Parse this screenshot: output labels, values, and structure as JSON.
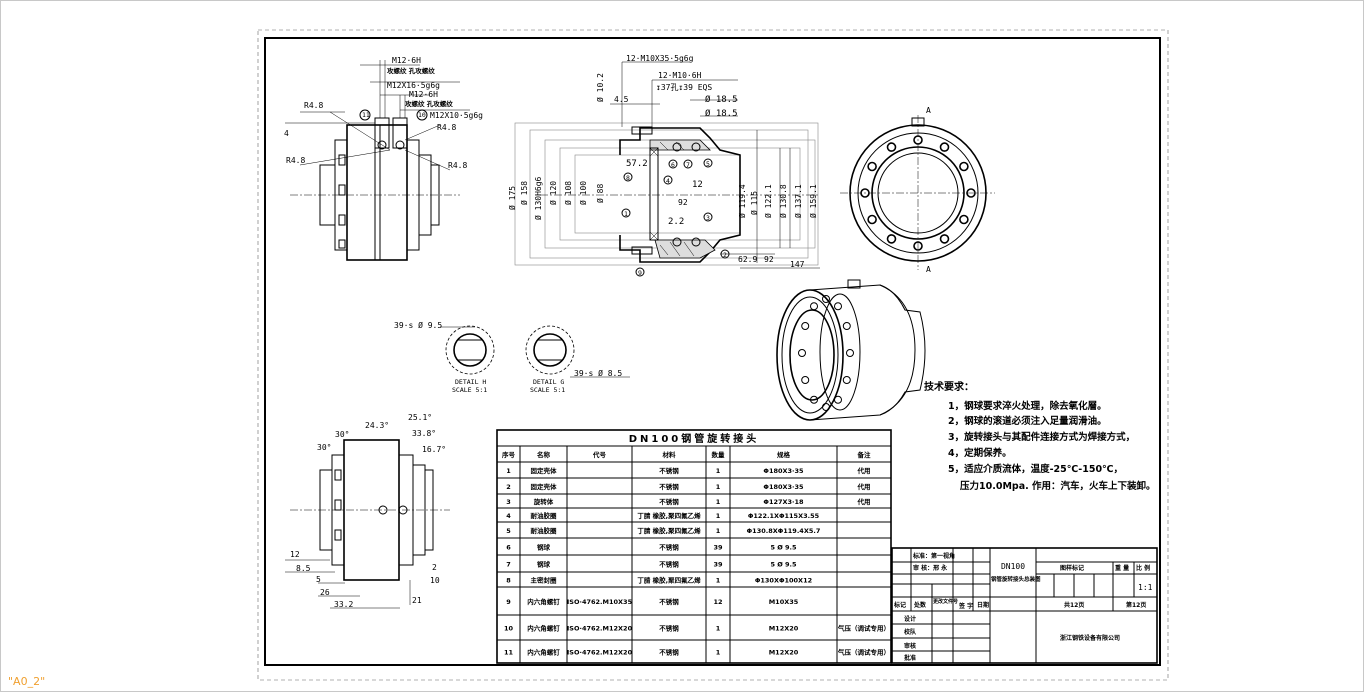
{
  "sheet_label": "\"A0_2\"",
  "colors": {
    "sheet_label": "#f0a030",
    "lines": "#000000",
    "frame": "#888888"
  },
  "dimensions": {
    "side_view": [
      "M12·6H",
      "攻螺纹 孔攻螺纹",
      "M12X16·5g6g",
      "M12·6H",
      "攻螺纹 孔攻螺纹",
      "M12X10·5g6g",
      "R4.8",
      "R4.8",
      "R4.8",
      "R4.8",
      "4",
      "11",
      "10"
    ],
    "section_view": [
      "12·M10X35·5g6g",
      "12·M10·6H",
      "↧37孔↧39 EQS",
      "Ø 18.5",
      "Ø 18.5",
      "Ø 10.2",
      "4.5",
      "57.2",
      "12",
      "92",
      "2.2",
      "Ø 175",
      "Ø 158",
      "Ø 130H6g6",
      "Ø 120",
      "Ø 108",
      "Ø 100",
      "Ø 88",
      "Ø 119.4",
      "Ø 115",
      "Ø 122.1",
      "Ø 130.8",
      "Ø 137.1",
      "Ø 159.1",
      "62.9",
      "92",
      "147",
      "1",
      "2",
      "3",
      "4",
      "5",
      "6",
      "7",
      "8",
      "9"
    ],
    "front_view": [
      "A",
      "A"
    ],
    "details": [
      "39·s Ø 9.5",
      "DETAIL H",
      "SCALE 5:1",
      "39·s Ø 8.5",
      "DETAIL G",
      "SCALE 5:1"
    ],
    "bottom_view": [
      "24.3°",
      "25.1°",
      "33.8°",
      "30°",
      "30°",
      "16.7°",
      "12",
      "8.5",
      "5",
      "26",
      "33.2",
      "21",
      "2",
      "10"
    ]
  },
  "parts_table": {
    "title": "DN100钢管旋转接头",
    "headers": [
      "序号",
      "名称",
      "代号",
      "材料",
      "数量",
      "规格",
      "备注"
    ],
    "rows": [
      [
        "1",
        "固定壳体",
        "",
        "不锈钢",
        "1",
        "Φ180X3·35",
        "代用"
      ],
      [
        "2",
        "固定壳体",
        "",
        "不锈钢",
        "1",
        "Φ180X3·35",
        "代用"
      ],
      [
        "3",
        "旋转体",
        "",
        "不锈钢",
        "1",
        "Φ127X3·18",
        "代用"
      ],
      [
        "4",
        "耐油胶圈",
        "",
        "丁腈 橡胶,聚四氟乙烯",
        "1",
        "Φ122.1XΦ115X3.55",
        ""
      ],
      [
        "5",
        "耐油胶圈",
        "",
        "丁腈 橡胶,聚四氟乙烯",
        "1",
        "Φ130.8XΦ119.4X5.7",
        ""
      ],
      [
        "6",
        "钢球",
        "",
        "不锈钢",
        "39",
        "5 Ø 9.5",
        ""
      ],
      [
        "7",
        "钢球",
        "",
        "不锈钢",
        "39",
        "5 Ø 9.5",
        ""
      ],
      [
        "8",
        "主密封圈",
        "",
        "丁腈 橡胶,聚四氟乙烯",
        "1",
        "Φ130XΦ100X12",
        ""
      ],
      [
        "9",
        "内六角螺钉",
        "ISO·4762.M10X35",
        "不锈钢",
        "12",
        "M10X35",
        ""
      ],
      [
        "10",
        "内六角螺钉",
        "ISO·4762.M12X20",
        "不锈钢",
        "1",
        "M12X20",
        "气压（调试专用）"
      ],
      [
        "11",
        "内六角螺钉",
        "ISO·4762.M12X20",
        "不锈钢",
        "1",
        "M12X20",
        "气压（调试专用）"
      ]
    ]
  },
  "tech_requirements": {
    "title": "技术要求：",
    "items": [
      "1，钢球要求淬火处理，除去氧化層。",
      "2，钢球的滚道必须注入足量润滑油。",
      "3，旋转接头与其配件连接方式为焊接方式，",
      "4，定期保养。",
      "5，适应介质流体，温度-25℃-150℃，",
      "压力10.0Mpa. 作用：汽车，火车上下装卸。"
    ]
  },
  "title_block": {
    "standard": "标准：第一视角",
    "reviewer": "审 核：邢 永",
    "drawing_title_1": "DN100",
    "drawing_title_2": "钢管旋转接头总装图",
    "revision_headers": [
      "标记",
      "处数",
      "更改文件号",
      "签 字",
      "日期"
    ],
    "roles": [
      "设计",
      "校队",
      "审核",
      "批准"
    ],
    "sample_mark": "图样标记",
    "weight": "重 量",
    "scale_label": "比 例",
    "scale": "1:1",
    "total_pages": "共12页",
    "page": "第12页",
    "company": "浙江钢铁设备有限公司"
  }
}
